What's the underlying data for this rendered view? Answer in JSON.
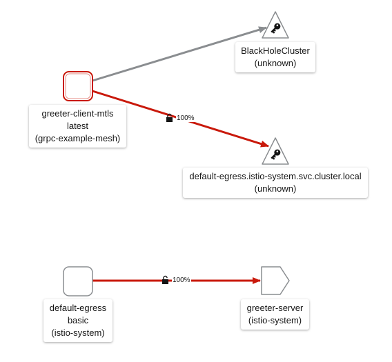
{
  "colors": {
    "edge_ok": "#8a8d90",
    "edge_error": "#c9190b",
    "node_border": "#8a8d90",
    "node_error_border": "#c9190b",
    "node_fill": "#ffffff",
    "text": "#151515"
  },
  "nodes": {
    "client": {
      "name": "greeter-client-mtls",
      "version": "latest",
      "namespace": "(grpc-example-mesh)",
      "shape": "rounded-square",
      "status": "error"
    },
    "blackhole": {
      "name": "BlackHoleCluster",
      "namespace": "(unknown)",
      "shape": "triangle",
      "icon": "key-icon"
    },
    "egress_svc": {
      "name": "default-egress.istio-system.svc.cluster.local",
      "namespace": "(unknown)",
      "shape": "triangle",
      "icon": "key-icon"
    },
    "egress_app": {
      "name": "default-egress",
      "version": "basic",
      "namespace": "(istio-system)",
      "shape": "rounded-square"
    },
    "server": {
      "name": "greeter-server",
      "namespace": "(istio-system)",
      "shape": "pentagon"
    }
  },
  "edges": {
    "client_to_blackhole": {
      "status": "healthy"
    },
    "client_to_egress_svc": {
      "percent": "100%",
      "icon": "unlock-icon",
      "status": "error"
    },
    "egress_app_to_server": {
      "percent": "100%",
      "icon": "unlock-icon",
      "status": "error"
    }
  }
}
